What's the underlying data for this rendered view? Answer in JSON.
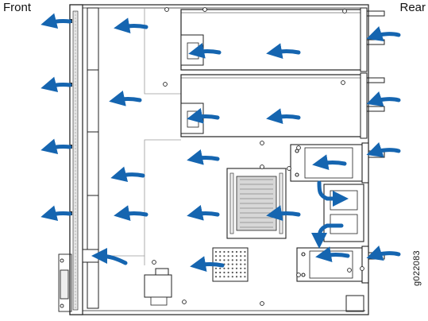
{
  "labels": {
    "front": "Front",
    "rear": "Rear",
    "figure_id": "g022083"
  },
  "colors": {
    "airflow_arrow": "#1565b0",
    "outline": "#222222",
    "light_outline": "#9a9a9a",
    "chassis_fill": "#ffffff"
  },
  "icons": {
    "airflow": "airflow-arrow-icon",
    "screw": "screw-icon"
  }
}
